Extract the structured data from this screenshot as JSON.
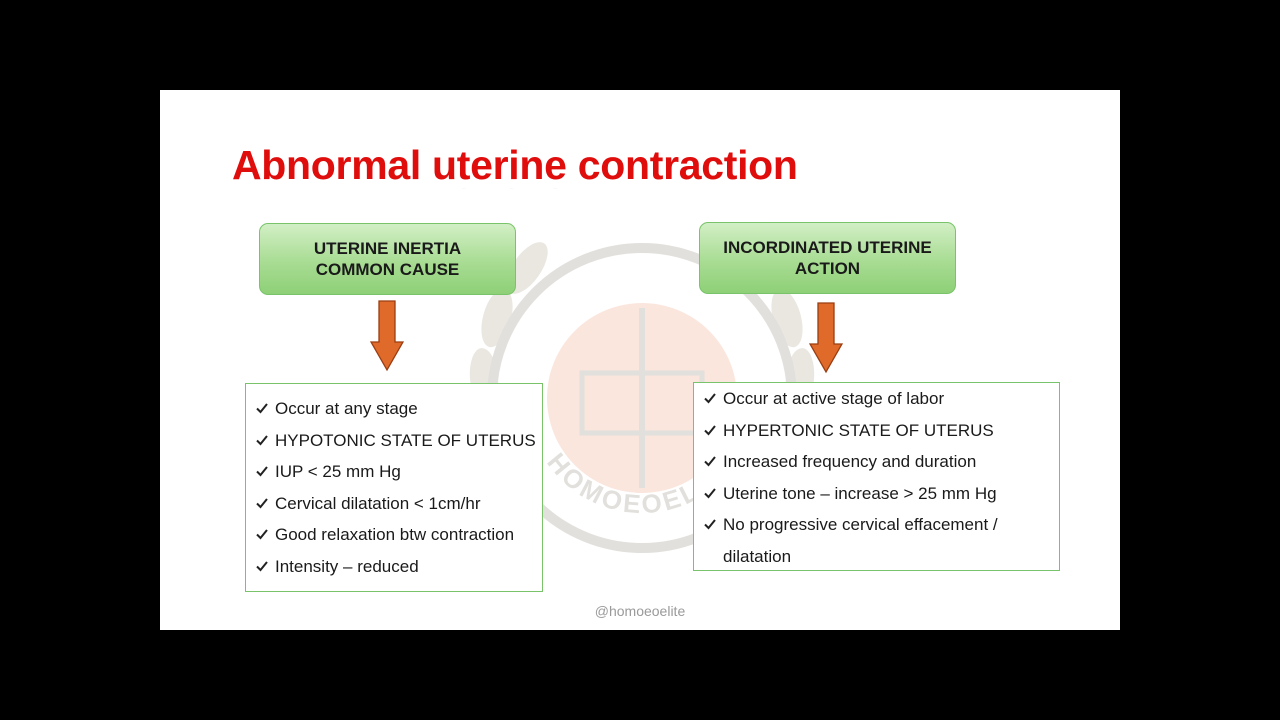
{
  "slide": {
    "title": "Abnormal uterine contraction",
    "left": {
      "heading": "UTERINE INERTIA\nCOMMON CAUSE",
      "items": [
        "Occur at any stage",
        "HYPOTONIC STATE OF UTERUS",
        "IUP < 25 mm Hg",
        "Cervical dilatation < 1cm/hr",
        "Good relaxation btw contraction",
        "Intensity – reduced"
      ]
    },
    "right": {
      "heading": "INCORDINATED UTERINE\nACTION",
      "items": [
        "Occur at active stage of labor",
        "HYPERTONIC STATE OF UTERUS",
        "Increased frequency and duration",
        "Uterine tone – increase > 25 mm Hg",
        "No progressive cervical effacement / dilatation"
      ]
    },
    "footer": "@homoeoelite",
    "watermark_text": "HOMOEOELITE"
  },
  "icons": {
    "arrow": "arrow-down-icon",
    "bullet": "checkmark-icon",
    "watermark": "caduceus-book-emblem"
  },
  "colors": {
    "background": "#000000",
    "slide": "#ffffff",
    "title": "#e00d0d",
    "box_fill": "#a8dc93",
    "box_border": "#79c46a",
    "arrow_fill": "#e06a2a",
    "arrow_stroke": "#9a3d10",
    "text": "#1a1a1a",
    "footer": "#9a9a9a"
  }
}
